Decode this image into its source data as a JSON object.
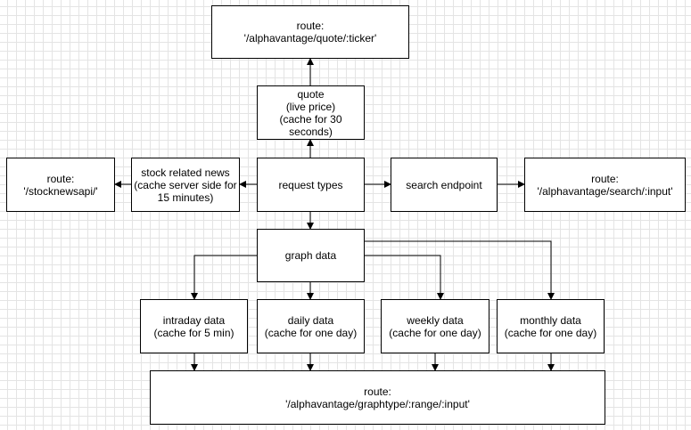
{
  "diagram": {
    "nodes": {
      "route_quote": "route:\n'/alphavantage/quote/:ticker'",
      "quote": "quote\n(live price)\n(cache for 30\nseconds)",
      "route_news": "route:\n'/stocknewsapi/'",
      "stock_news": "stock related news\n(cache server side for\n15 minutes)",
      "request_types": "request types",
      "search_endpoint": "search endpoint",
      "route_search": "route:\n'/alphavantage/search/:input'",
      "graph_data": "graph data",
      "intraday": "intraday data\n(cache for 5 min)",
      "daily": "daily data\n(cache for one day)",
      "weekly": "weekly data\n(cache for one day)",
      "monthly": "monthly data\n(cache for one day)",
      "route_graph": "route:\n'/alphavantage/graphtype/:range/:input'"
    },
    "edges": [
      {
        "from": "request_types",
        "to": "quote"
      },
      {
        "from": "quote",
        "to": "route_quote"
      },
      {
        "from": "request_types",
        "to": "stock_news"
      },
      {
        "from": "stock_news",
        "to": "route_news"
      },
      {
        "from": "request_types",
        "to": "search_endpoint"
      },
      {
        "from": "search_endpoint",
        "to": "route_search"
      },
      {
        "from": "request_types",
        "to": "graph_data"
      },
      {
        "from": "graph_data",
        "to": "intraday"
      },
      {
        "from": "graph_data",
        "to": "daily"
      },
      {
        "from": "graph_data",
        "to": "weekly"
      },
      {
        "from": "graph_data",
        "to": "monthly"
      },
      {
        "from": "intraday",
        "to": "route_graph"
      },
      {
        "from": "daily",
        "to": "route_graph"
      },
      {
        "from": "weekly",
        "to": "route_graph"
      },
      {
        "from": "monthly",
        "to": "route_graph"
      }
    ]
  }
}
